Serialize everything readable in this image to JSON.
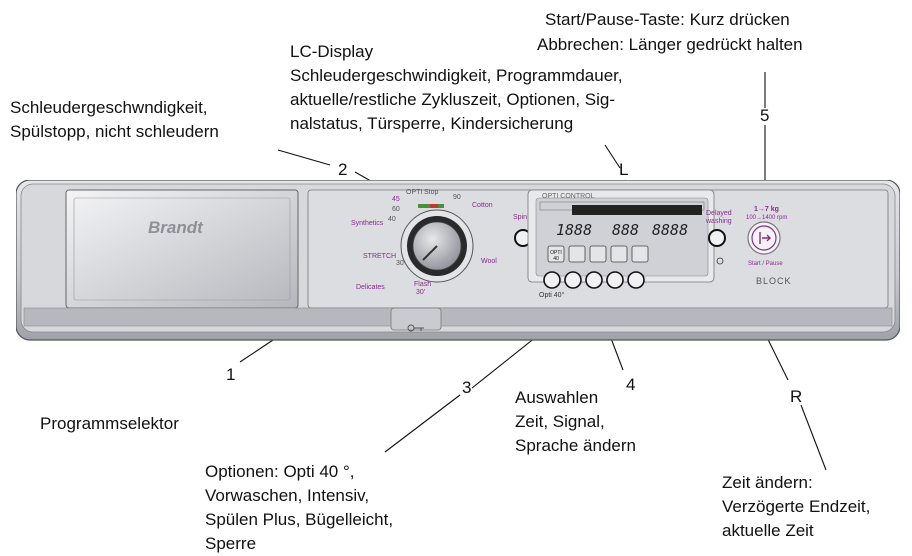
{
  "labels": {
    "start_pause": [
      "Start/Pause-Taste: Kurz drücken",
      "Abbrechen: Länger gedrückt halten"
    ],
    "lc_display": [
      "LC-Display",
      "Schleudergeschwindigkeit, Programmdauer,",
      "aktuelle/restliche Zykluszeit, Optionen, Sig-",
      "nalstatus, Türsperre, Kindersicherung"
    ],
    "spin": [
      "Schleudergeschwndigkeit,",
      "Spülstopp, nicht schleudern"
    ],
    "program_selector": "Programmselektor",
    "options": [
      "Optionen: Opti 40 °,",
      "Vorwaschen, Intensiv,",
      "Spülen Plus, Bügelleicht,",
      "Sperre"
    ],
    "select": [
      "Auswahlen",
      "Zeit, Signal,",
      "Sprache ändern"
    ],
    "time_change": [
      "Zeit ändern:",
      "Verzögerte Endzeit,",
      "aktuelle Zeit"
    ]
  },
  "callouts": {
    "n1": "1",
    "n2": "2",
    "n3": "3",
    "n4": "4",
    "n5": "5",
    "L": "L",
    "R": "R"
  },
  "panel": {
    "brand": "Brandt",
    "dial_top": "OPTI",
    "stop": "Stop",
    "speed_45": "45",
    "dial_60": "60",
    "dial_40": "40",
    "cotton": "Cotton",
    "spin": "Spin",
    "synthetics": "Synthetics",
    "stretch": "STRETCH",
    "delicates": "Delicates",
    "flash": "Flash",
    "flash_30": "30'",
    "wool": "Wool",
    "dial_30": "30",
    "dial_90": "90",
    "opt_control": "OPTI CONTROL",
    "disp_digits_a": "1888",
    "disp_digits_b": "888",
    "disp_digits_c": "8888",
    "opti40_icon": "OPTI 40",
    "btn_opti40": "Opti 40°",
    "delayed": "Delayed",
    "washing": "washing",
    "kg": "1→7 kg",
    "rpm": "100→1400 rpm",
    "start_pause_btn": "Start / Pause",
    "block": "BLOCK"
  },
  "colors": {
    "accent": "#8a2a8e",
    "panel": "#c9cbd0",
    "line": "#111111"
  }
}
